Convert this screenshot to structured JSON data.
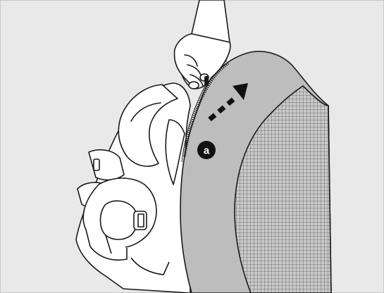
{
  "callout": {
    "label": "a"
  },
  "colors": {
    "background": "#e9e9e9",
    "outline": "#1a1a1a",
    "panel_gray": "#bdbdbd",
    "mesh_gray": "#b3b3b3",
    "white": "#ffffff",
    "callout_fill": "#111111"
  },
  "icons": [
    "hand",
    "zipper",
    "direction-arrow",
    "callout-badge"
  ]
}
